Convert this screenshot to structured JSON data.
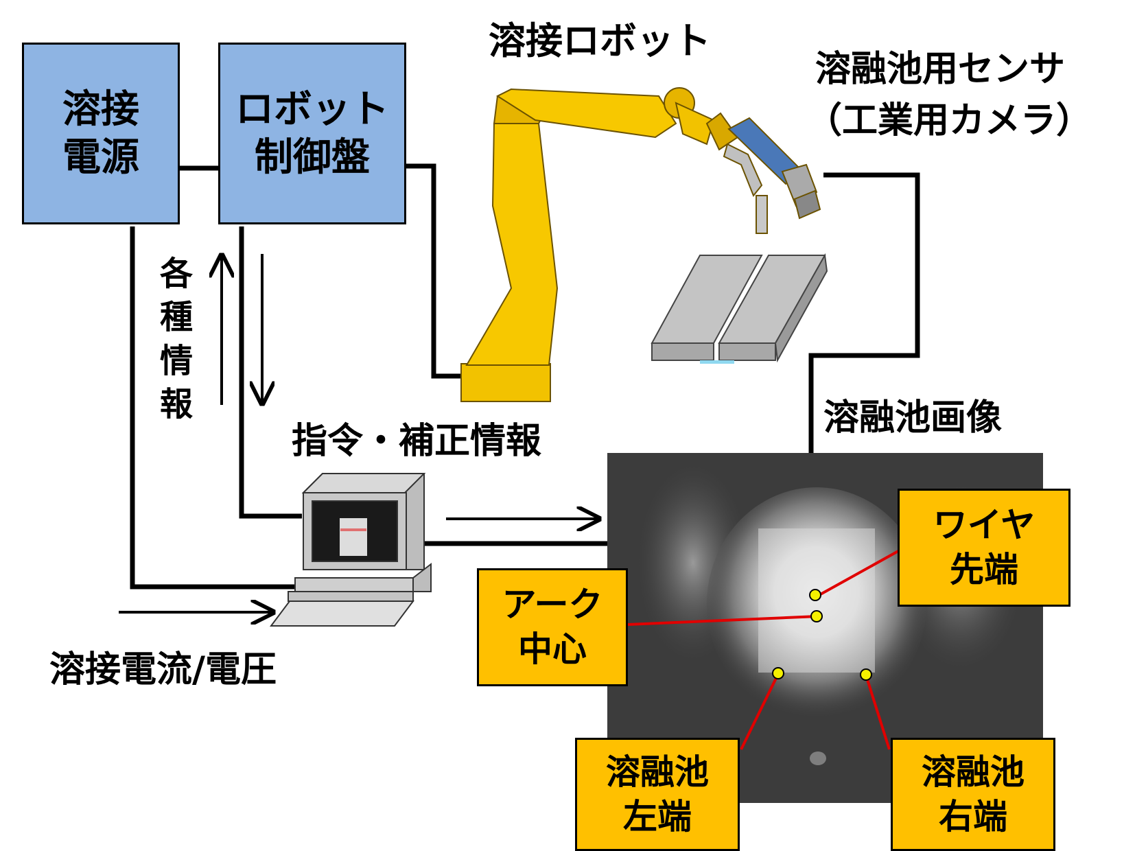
{
  "diagram": {
    "boxes": {
      "power": "溶接\n電源",
      "robot_ctrl": "ロボット\n制御盤"
    },
    "labels": {
      "robot": "溶接ロボット",
      "sensor_line1": "溶融池用センサ",
      "sensor_line2": "（工業用カメラ）",
      "info_vertical": "各\n種\n情\n報",
      "command": "指令・補正情報",
      "current": "溶接電流/電圧",
      "pool_image": "溶融池画像"
    },
    "callouts": {
      "wire_tip": "ワイヤ\n先端",
      "arc_center": "アーク\n中心",
      "pool_left": "溶融池\n左端",
      "pool_right": "溶融池\n右端"
    }
  },
  "colors": {
    "box_blue": "#8eb4e3",
    "callout_yellow": "#ffc000",
    "robot_yellow": "#f2c200",
    "leader_red": "#e00000",
    "marker_yellow": "#f5f000"
  }
}
